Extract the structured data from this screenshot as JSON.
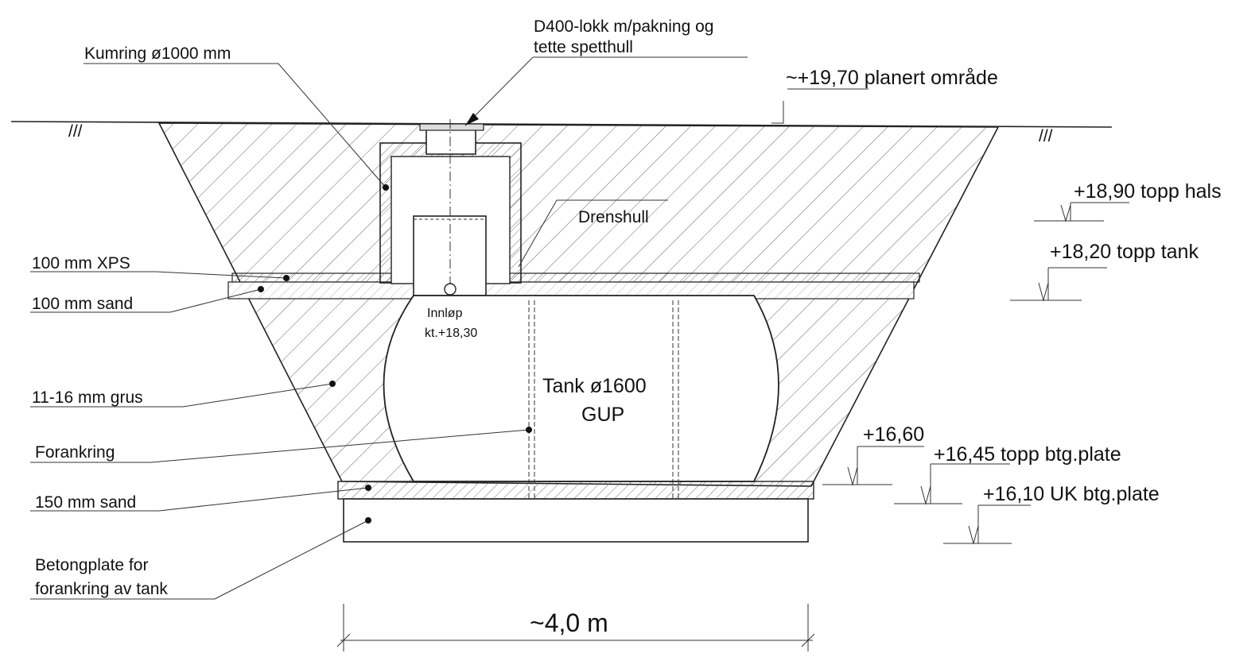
{
  "labels": {
    "lid": [
      "D400-lokk m/pakning og",
      "tette spetthull"
    ],
    "kumring": "Kumring ø1000 mm",
    "ground_level": "~+19,70 planert område",
    "top_neck": "+18,90 topp hals",
    "top_tank": "+18,20 topp tank",
    "drain_hole": "Drenshull",
    "xps": "100 mm XPS",
    "sand_top": "100 mm sand",
    "inlet": [
      "Innløp",
      "kt.+18,30"
    ],
    "gravel": "11-16 mm grus",
    "tank": [
      "Tank ø1600",
      "GUP"
    ],
    "anchoring": "Forankring",
    "level_1660": "+16,60",
    "top_slab": "+16,45 topp btg.plate",
    "bottom_slab": "+16,10 UK btg.plate",
    "sand_bottom": "150 mm sand",
    "concrete_slab": [
      "Betongplate for",
      "forankring av tank"
    ],
    "width": "~4,0 m"
  },
  "ground_marks": [
    "///",
    "///"
  ]
}
